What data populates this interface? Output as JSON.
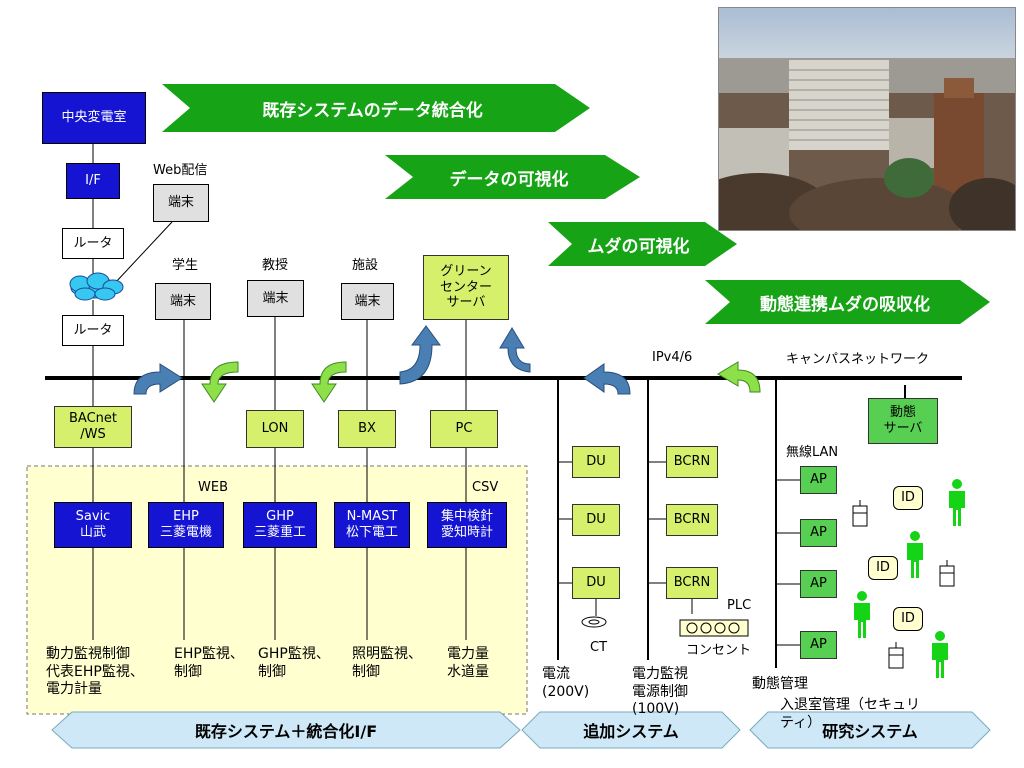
{
  "banners": {
    "b1": "既存システムのデータ統合化",
    "b2": "データの可視化",
    "b3": "ムダの可視化",
    "b4": "動態連携ムダの吸収化"
  },
  "left_stack": {
    "substation": "中央変電室",
    "if": "I/F",
    "router1": "ルータ",
    "router2": "ルータ",
    "web_label": "Web配信",
    "web_terminal": "端末"
  },
  "terminals": [
    {
      "group": "学生",
      "label": "端末"
    },
    {
      "group": "教授",
      "label": "端末"
    },
    {
      "group": "施設",
      "label": "端末"
    }
  ],
  "green_server": "グリーン\nセンター\nサーバ",
  "network": {
    "ipv": "IPv4/6",
    "campus": "キャンパスネットワーク"
  },
  "gateways": [
    "BACnet\n/WS",
    "LON",
    "BX",
    "PC"
  ],
  "vendors": [
    {
      "label": "Savic\n山武"
    },
    {
      "label": "EHP\n三菱電機"
    },
    {
      "label": "GHP\n三菱重工"
    },
    {
      "label": "N-MAST\n松下電工"
    },
    {
      "label": "集中検針\n愛知時計"
    }
  ],
  "tags": {
    "web": "WEB",
    "csv": "CSV"
  },
  "descriptions": [
    "動力監視制御\n代表EHP監視、\n電力計量",
    "EHP監視、\n制御",
    "GHP監視、\n制御",
    "照明監視、\n制御",
    "電力量\n水道量"
  ],
  "additional": {
    "du": [
      "DU",
      "DU",
      "DU"
    ],
    "bcrn": [
      "BCRN",
      "BCRN",
      "BCRN"
    ],
    "ct": "CT",
    "plc": "PLC",
    "outlet": "コンセント",
    "current": "電流\n(200V)",
    "power": "電力監視\n電源制御\n(100V)"
  },
  "research": {
    "server": "動態\nサーバ",
    "wireless": "無線LAN",
    "ap": [
      "AP",
      "AP",
      "AP",
      "AP"
    ],
    "id": [
      "ID",
      "ID",
      "ID"
    ],
    "dynamic": "動態管理",
    "entry": "入退室管理（セキュリ\nティ）"
  },
  "bottom": {
    "existing": "既存システム＋統合化I/F",
    "added": "追加システム",
    "research": "研究システム"
  },
  "colors": {
    "banner_green": "#16a316",
    "box_blue": "#1414d2",
    "box_lightgreen": "#d6f06c",
    "box_green": "#56cf52",
    "yellow_area": "#ffffd0",
    "bottom_tag": "#cfe8f8",
    "person": "#15d315",
    "cloud": "#36c8f0",
    "blue_arrow": "#4a7fb4"
  }
}
